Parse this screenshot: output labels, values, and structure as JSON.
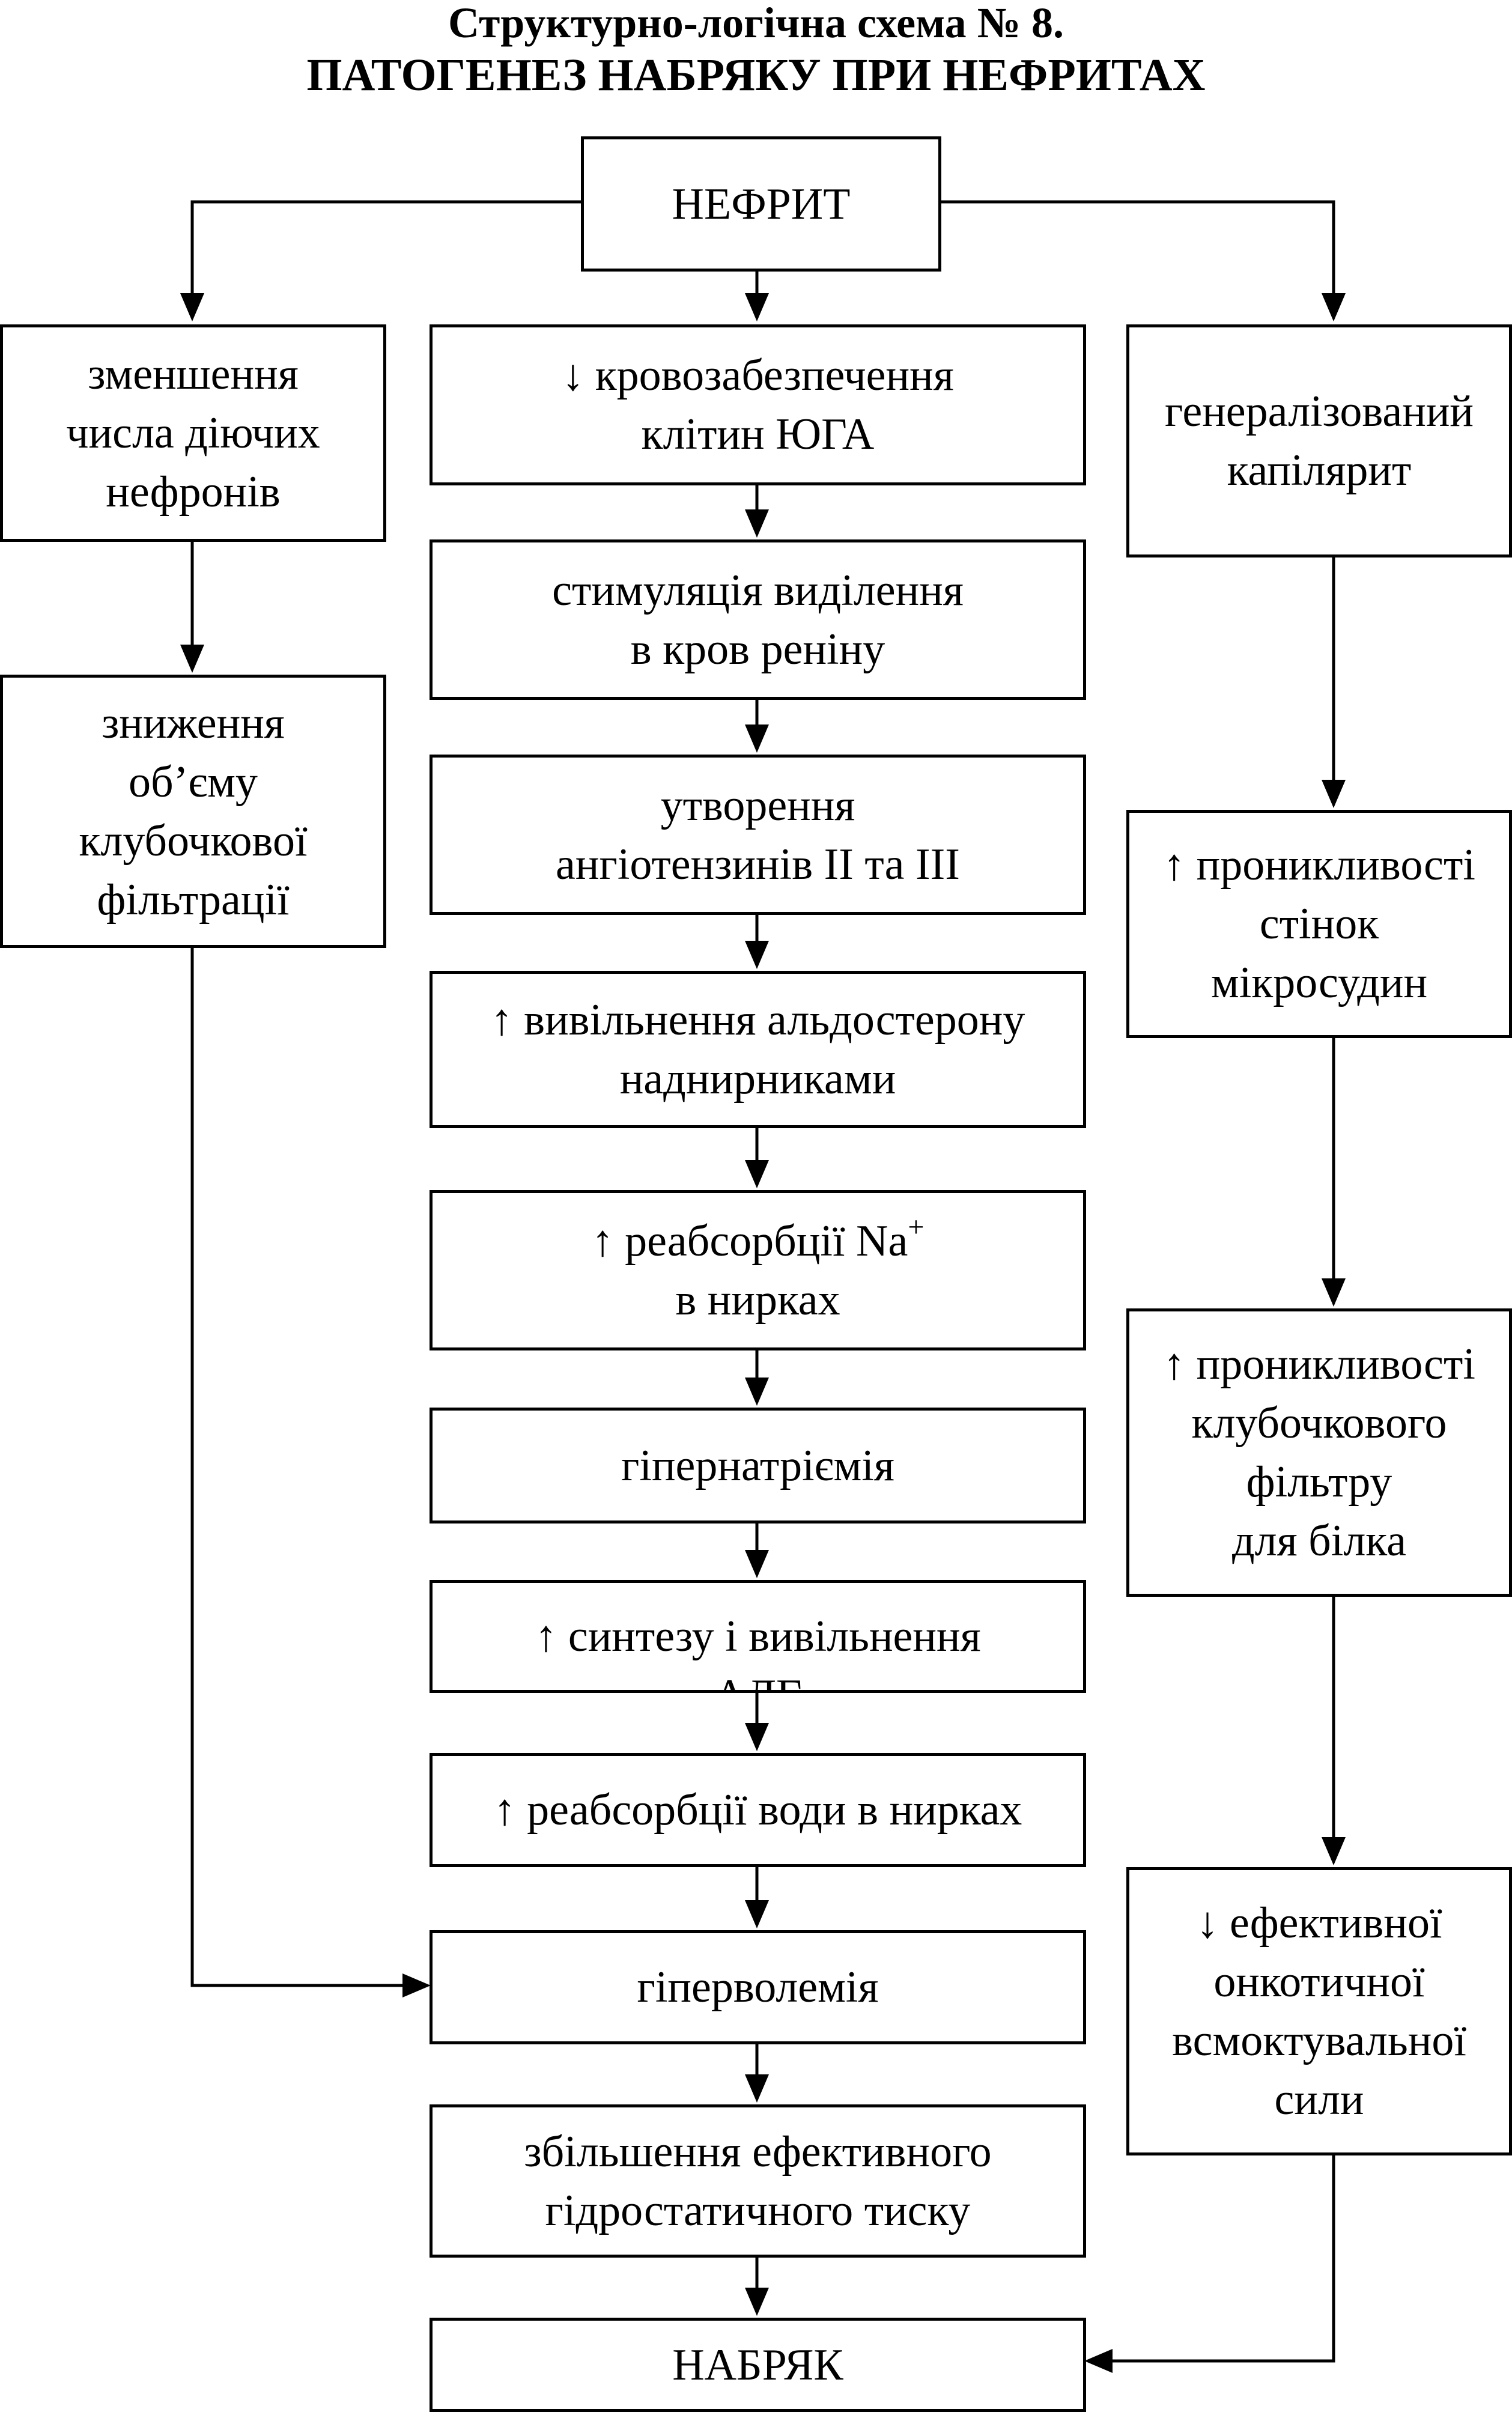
{
  "title": {
    "line1": "Структурно-логічна схема № 8.",
    "line2": "ПАТОГЕНЕЗ НАБРЯКУ ПРИ НЕФРИТАХ"
  },
  "nodes": {
    "nephritis": "НЕФРИТ",
    "left": {
      "reduced_nephrons": "зменшення\nчисла діючих\nнефронів",
      "reduced_filtration": "зниження\nоб’єму\nклубочкової\nфільтрації"
    },
    "center": {
      "blood_supply": "↓ кровозабезпечення\nклітин ЮГА",
      "renin": "стимуляція виділення\nв кров реніну",
      "angiotensin": "утворення\nангіотензинів II та III",
      "aldosterone": "↑ вивільнення альдостерону\nнаднирниками",
      "na_reabsorption_pre": "↑ реабсорбції Na",
      "na_reabsorption_sup": "+",
      "na_reabsorption_post": "в нирках",
      "hypernatremia": "гіпернатріємія",
      "adh_synthesis": "↑ синтезу і вивільнення\nАДГ",
      "water_reabsorption": "↑ реабсорбції води в нирках",
      "hypervolemia": "гіперволемія",
      "hydrostatic_pressure": "збільшення ефективного\nгідростатичного тиску",
      "edema": "НАБРЯК"
    },
    "right": {
      "capillaritis": "генералізований\nкапілярит",
      "microvessel_permeability": "↑ проникливості\nстінок\nмікросудин",
      "filter_permeability": "↑ проникливості\nклубочкового\nфільтру\nдля білка",
      "oncotic_force": "↓ ефективної\nонкотичної\nвсмоктувальної\nсили"
    }
  }
}
